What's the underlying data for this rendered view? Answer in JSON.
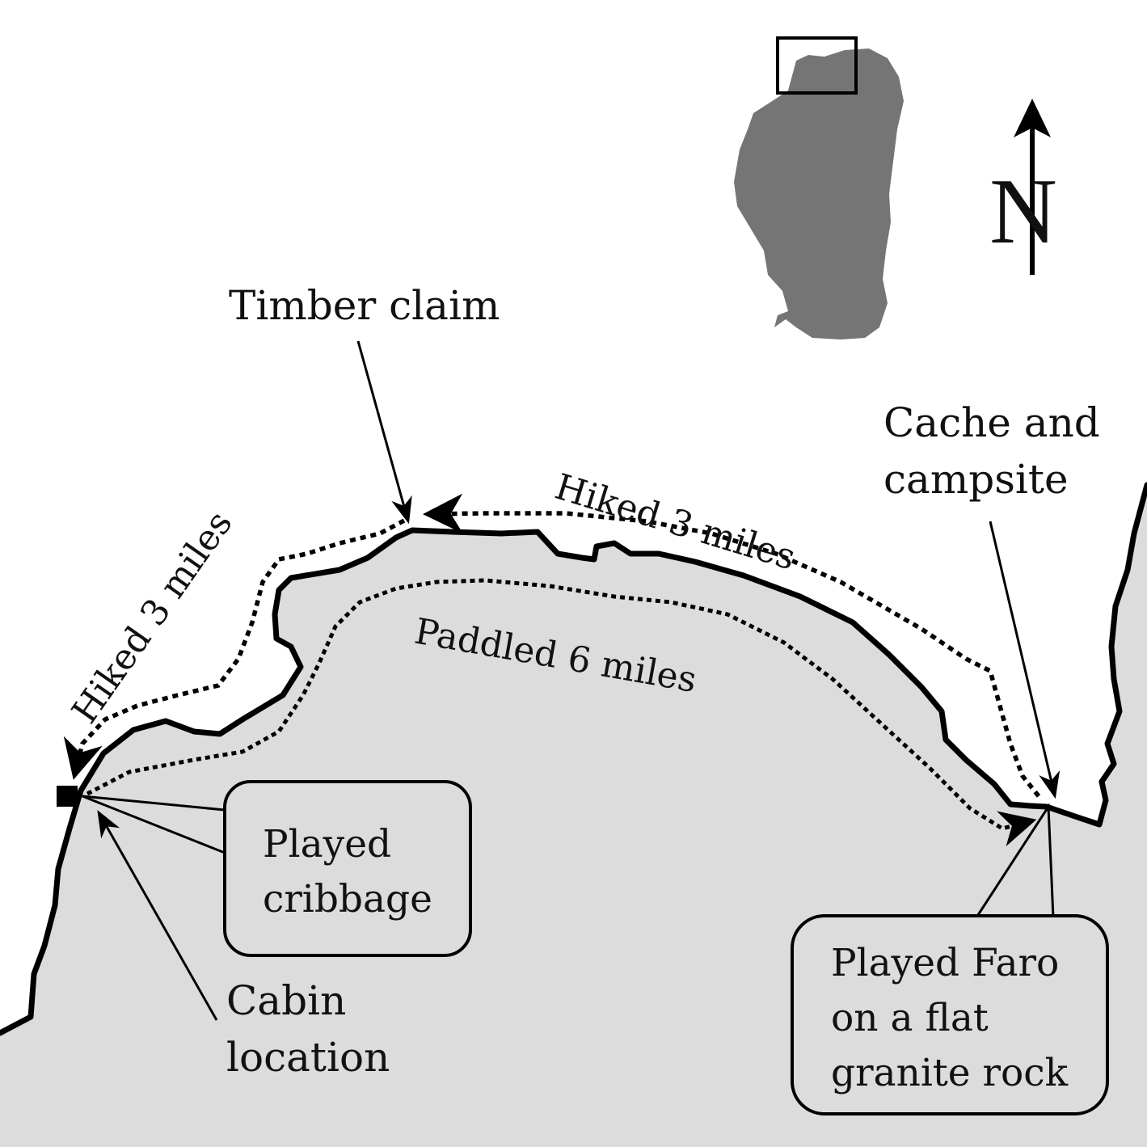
{
  "map": {
    "north_label": "N",
    "labels": {
      "timber_claim": "Timber claim",
      "cache": [
        "Cache and",
        "campsite"
      ],
      "cabin": [
        "Cabin",
        "location"
      ]
    },
    "routes": {
      "hiked_left": "Hiked 3 miles",
      "hiked_right": "Hiked 3 miles",
      "paddled": "Paddled 6 miles"
    },
    "callouts": {
      "cribbage": [
        "Played",
        "cribbage"
      ],
      "faro": [
        "Played Faro",
        "on a flat",
        "granite rock"
      ]
    },
    "colors": {
      "land": "#dcdcdc",
      "water": "#ffffff",
      "inset_lake": "#757575",
      "line": "#000000"
    }
  }
}
